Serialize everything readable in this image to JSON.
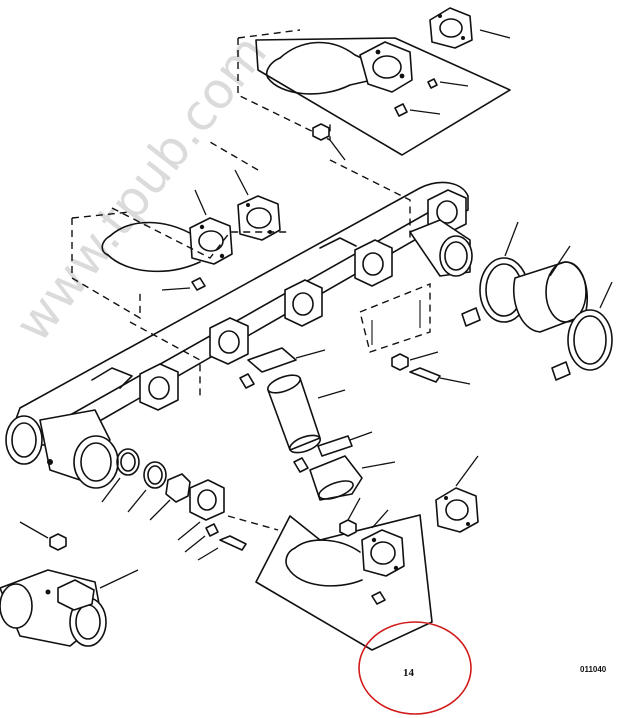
{
  "diagram": {
    "callout_number": "14",
    "figure_id": "011040",
    "watermark": "www.tpub.com",
    "colors": {
      "line": "#111111",
      "highlight_circle": "#d11a1a",
      "watermark": "#cfcfcf",
      "background": "#ffffff"
    }
  }
}
